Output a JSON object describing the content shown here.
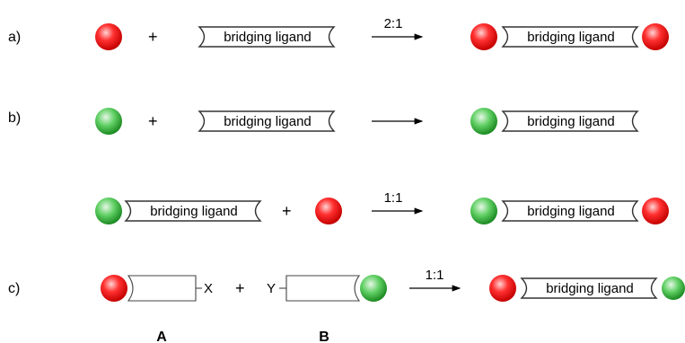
{
  "scheme": {
    "rows": {
      "a": {
        "label": "a)",
        "ratio": "2:1"
      },
      "b": {
        "label": "b)",
        "ratio": "",
        "ratio2": "1:1"
      },
      "c": {
        "label": "c)",
        "ratio": "1:1",
        "x_group": "X",
        "y_group": "Y"
      }
    },
    "plus_sign": "+",
    "ligand_label": "bridging ligand",
    "compounds": {
      "a": "A",
      "b": "B"
    },
    "colors": {
      "red_metal_center": "#ff1a1a",
      "red_metal_edge": "#c40000",
      "green_metal_center": "#44c04a",
      "green_metal_edge": "#1c8a22"
    }
  }
}
